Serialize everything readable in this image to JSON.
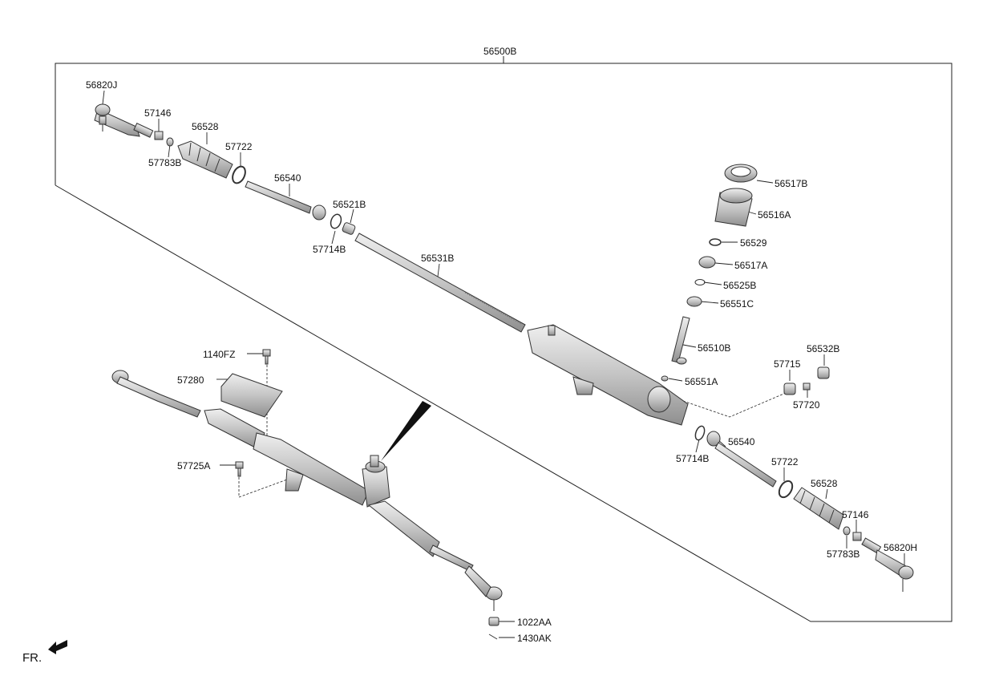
{
  "diagram": {
    "assembly_label": "56500B",
    "orientation_label": "FR.",
    "colors": {
      "line": "#222222",
      "part_fill": "#c9c9c9",
      "part_shade": "#9a9a9a",
      "background": "#ffffff"
    },
    "labels": {
      "l_56820J": "56820J",
      "l_57146_top": "57146",
      "l_56528_top": "56528",
      "l_57783B_top": "57783B",
      "l_57722_top": "57722",
      "l_56540_top": "56540",
      "l_56521B": "56521B",
      "l_57714B_top": "57714B",
      "l_56531B": "56531B",
      "l_56517B": "56517B",
      "l_56516A": "56516A",
      "l_56529": "56529",
      "l_56517A": "56517A",
      "l_56525B": "56525B",
      "l_56551C": "56551C",
      "l_56510B": "56510B",
      "l_56551A": "56551A",
      "l_56532B": "56532B",
      "l_57715": "57715",
      "l_57720": "57720",
      "l_57714B_bot": "57714B",
      "l_56540_bot": "56540",
      "l_57722_bot": "57722",
      "l_56528_bot": "56528",
      "l_57146_bot": "57146",
      "l_57783B_bot": "57783B",
      "l_56820H": "56820H",
      "l_1140FZ": "1140FZ",
      "l_57280": "57280",
      "l_57725A": "57725A",
      "l_1022AA": "1022AA",
      "l_1430AK": "1430AK"
    }
  }
}
